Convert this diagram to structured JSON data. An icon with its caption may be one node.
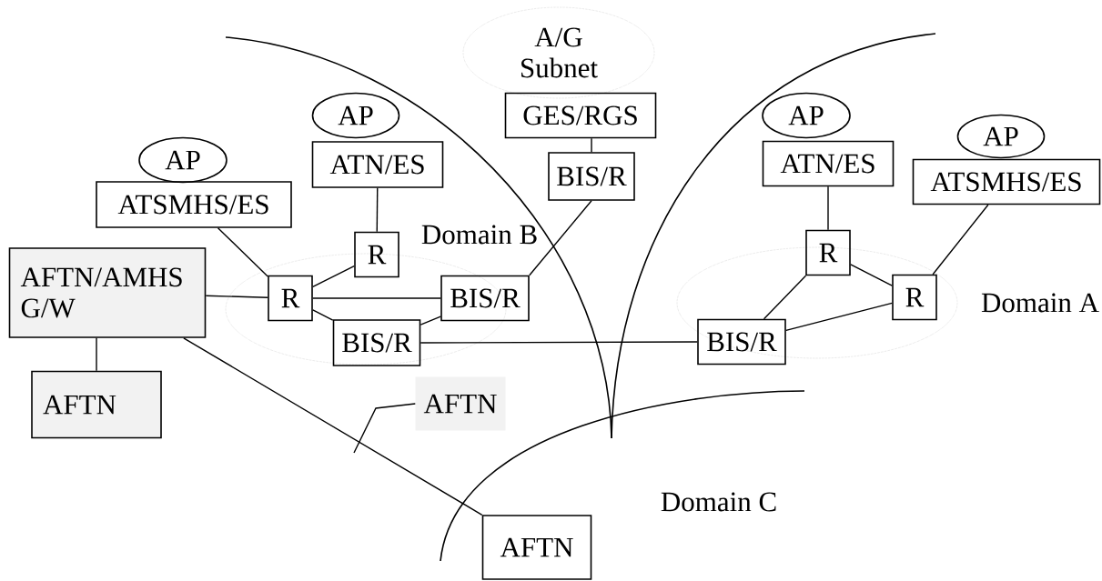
{
  "diagram": {
    "nodes": [
      {
        "text": [
          "A/G Subnet"
        ]
      },
      {
        "text": [
          "GES/RGS"
        ]
      },
      {
        "text": [
          "BIS/R"
        ]
      },
      {
        "text": [
          "AP"
        ]
      },
      {
        "text": [
          "ATSMHS/ES"
        ]
      },
      {
        "text": [
          "AP"
        ]
      },
      {
        "text": [
          "ATN/ES"
        ]
      },
      {
        "text": [
          "AP"
        ]
      },
      {
        "text": [
          "ATN/ES"
        ]
      },
      {
        "text": [
          "AP"
        ]
      },
      {
        "text": [
          "ATSMHS/ES"
        ]
      },
      {
        "text": [
          "R"
        ]
      },
      {
        "text": [
          "AFTN/AMHS G/W"
        ]
      },
      {
        "text": [
          "R"
        ]
      },
      {
        "text": [
          "BIS/R"
        ]
      },
      {
        "text": [
          "R"
        ]
      },
      {
        "text": [
          "R"
        ]
      },
      {
        "text": [
          "BIS/R"
        ]
      },
      {
        "text": [
          "BIS/R"
        ]
      },
      {
        "text": [
          "AFTN"
        ]
      },
      {
        "text": [
          "AFTN"
        ]
      },
      {
        "text": [
          "AFTN"
        ]
      }
    ],
    "edges": [
      {
        "from": 1,
        "to": 2,
        "arrow": "none"
      },
      {
        "from": 4,
        "to": 13,
        "arrow": "none"
      },
      {
        "from": 6,
        "to": 11,
        "arrow": "none"
      },
      {
        "from": 8,
        "to": 15,
        "arrow": "none"
      },
      {
        "from": 10,
        "to": 16,
        "arrow": "none"
      },
      {
        "from": 12,
        "to": 13,
        "arrow": "none"
      },
      {
        "from": 13,
        "to": 11,
        "arrow": "none"
      },
      {
        "from": 13,
        "to": 14,
        "arrow": "none"
      },
      {
        "from": 13,
        "to": 17,
        "arrow": "none"
      },
      {
        "from": 14,
        "to": 17,
        "arrow": "none"
      },
      {
        "from": 14,
        "to": 2,
        "arrow": "none"
      },
      {
        "from": 17,
        "to": 18,
        "arrow": "none"
      },
      {
        "from": 15,
        "to": 16,
        "arrow": "none"
      },
      {
        "from": 15,
        "to": 18,
        "arrow": "none"
      },
      {
        "from": 16,
        "to": 18,
        "arrow": "none"
      },
      {
        "from": 12,
        "to": 19,
        "arrow": "none"
      },
      {
        "from": 12,
        "to": 21,
        "arrow": "none"
      },
      {
        "from": 20,
        "to": null,
        "arrow": "none"
      }
    ],
    "labels": [
      "Domain B",
      "Domain A",
      "Domain C"
    ]
  }
}
